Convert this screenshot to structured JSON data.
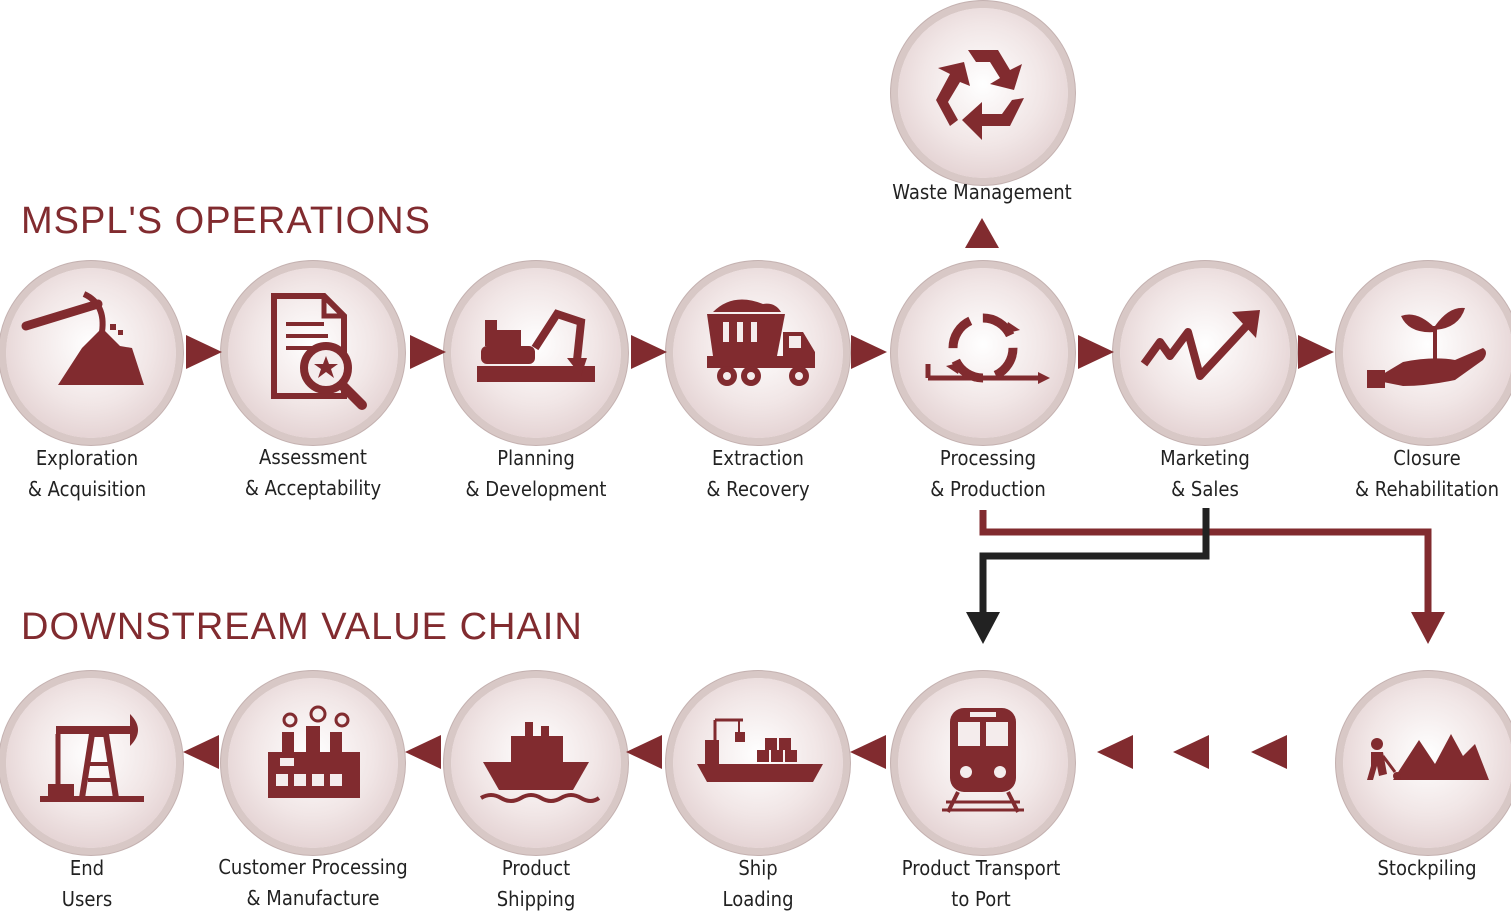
{
  "headings": {
    "operations": "MSPL'S OPERATIONS",
    "downstream": "DOWNSTREAM VALUE CHAIN"
  },
  "colors": {
    "primary": "#812b2f",
    "ring": "#d8c8c6",
    "connector_dark": "#222222"
  },
  "operations": [
    {
      "lines": [
        "Exploration",
        "& Acquisition"
      ],
      "icon": "pickaxe-icon"
    },
    {
      "lines": [
        "Assessment",
        "& Acceptability"
      ],
      "icon": "document-search-icon"
    },
    {
      "lines": [
        "Planning",
        "& Development"
      ],
      "icon": "excavator-icon"
    },
    {
      "lines": [
        "Extraction",
        "& Recovery"
      ],
      "icon": "dump-truck-icon"
    },
    {
      "lines": [
        "Processing",
        "& Production"
      ],
      "icon": "process-cycle-icon"
    },
    {
      "lines": [
        "Marketing",
        "& Sales"
      ],
      "icon": "growth-arrow-icon"
    },
    {
      "lines": [
        "Closure",
        "& Rehabilitation"
      ],
      "icon": "hand-seedling-icon"
    }
  ],
  "waste": {
    "lines": [
      "Waste Management"
    ],
    "icon": "recycle-icon"
  },
  "downstream": [
    {
      "lines": [
        "End",
        "Users"
      ],
      "icon": "oil-pump-icon"
    },
    {
      "lines": [
        "Customer Processing",
        "& Manufacture"
      ],
      "icon": "factory-icon"
    },
    {
      "lines": [
        "Product",
        "Shipping"
      ],
      "icon": "cargo-ship-icon"
    },
    {
      "lines": [
        "Ship",
        "Loading"
      ],
      "icon": "ship-loading-icon"
    },
    {
      "lines": [
        "Product Transport",
        "to Port"
      ],
      "icon": "train-icon"
    },
    {
      "lines": [
        "Stockpiling"
      ],
      "icon": "stockpile-icon"
    }
  ]
}
